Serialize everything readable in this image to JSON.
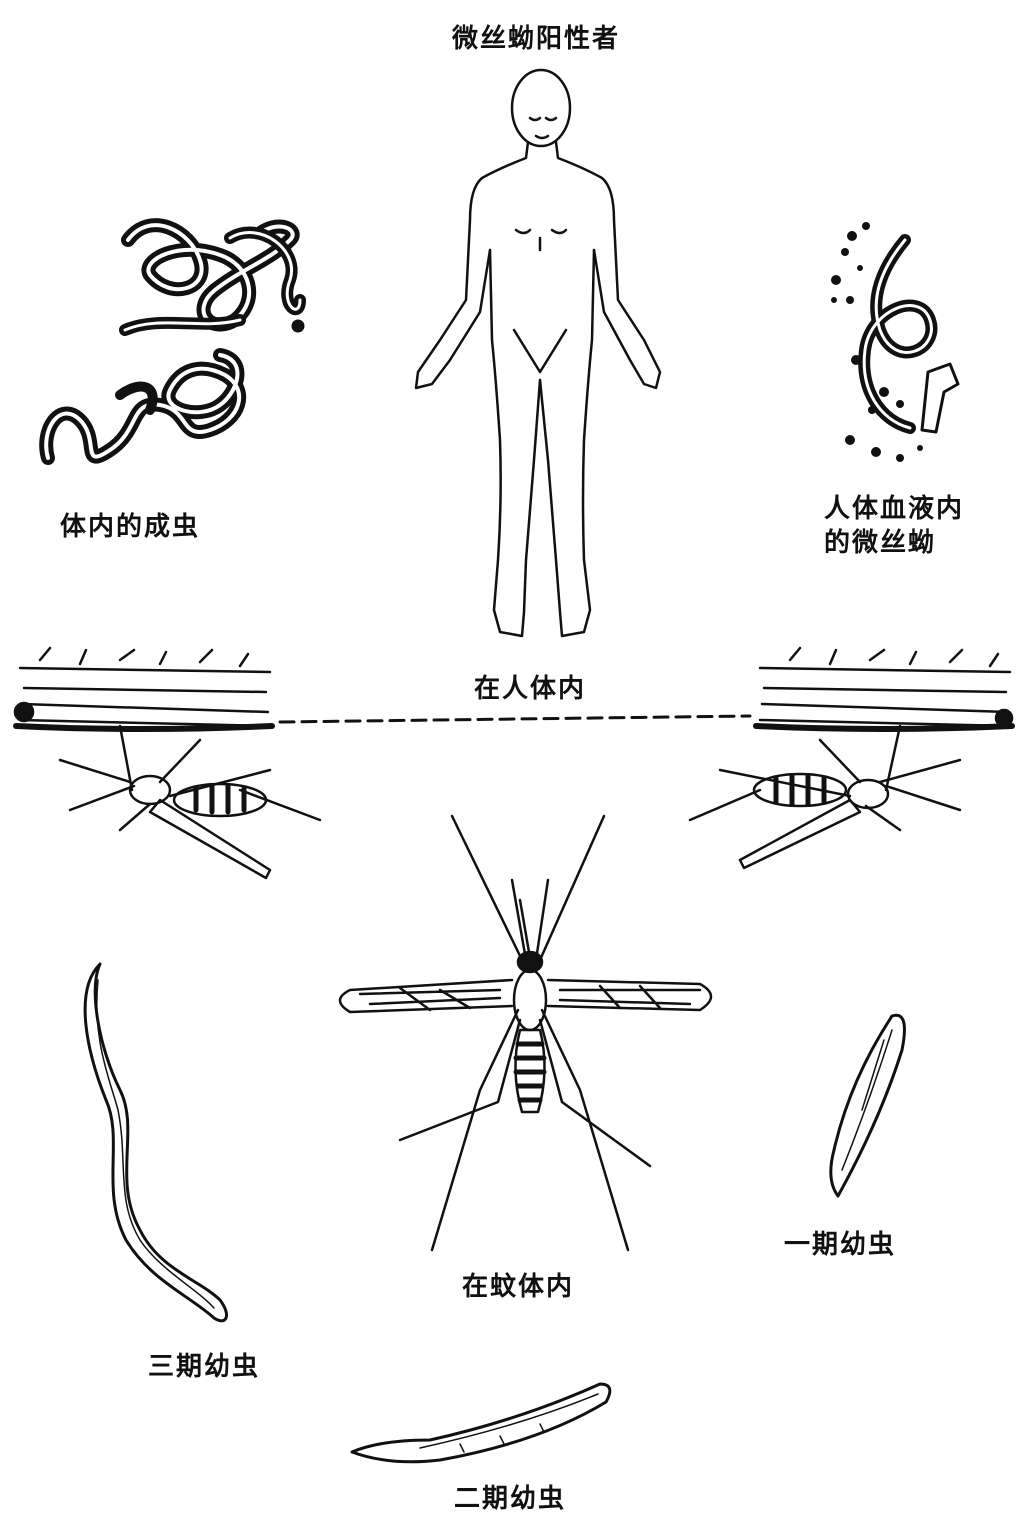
{
  "labels": {
    "patient": "微丝蚴阳性者",
    "adult_worms": "体内的成虫",
    "microfilariae_blood": "人体血液内\n的微丝蚴",
    "in_human": "在人体内",
    "in_mosquito": "在蚊体内",
    "stage1": "一期幼虫",
    "stage2": "二期幼虫",
    "stage3": "三期幼虫"
  },
  "ink_color": "#111111"
}
